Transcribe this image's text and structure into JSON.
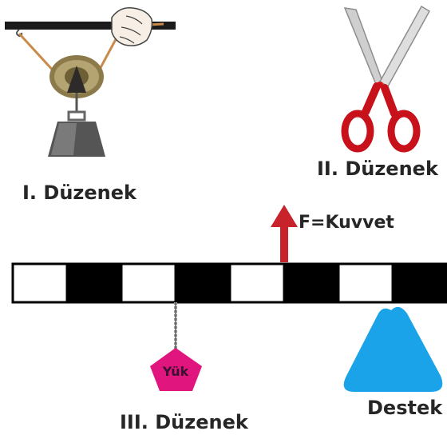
{
  "figure": {
    "setup1": {
      "label": "I. Düzenek",
      "icon": "pulley-with-weight-icon"
    },
    "setup2": {
      "label": "II. Düzenek",
      "icon": "scissors-icon"
    },
    "setup3": {
      "label": "III. Düzenek",
      "force_label": "F=Kuvvet",
      "load_label": "Yük",
      "support_label": "Destek",
      "lever_segments": [
        "white",
        "black",
        "white",
        "black",
        "white",
        "black",
        "white",
        "black"
      ]
    }
  },
  "colors": {
    "force_arrow": "#c8232b",
    "load": "#e0157d",
    "support": "#1aa3e8",
    "scissor_handle": "#c8121b",
    "pulley": "#9b8a5a"
  }
}
